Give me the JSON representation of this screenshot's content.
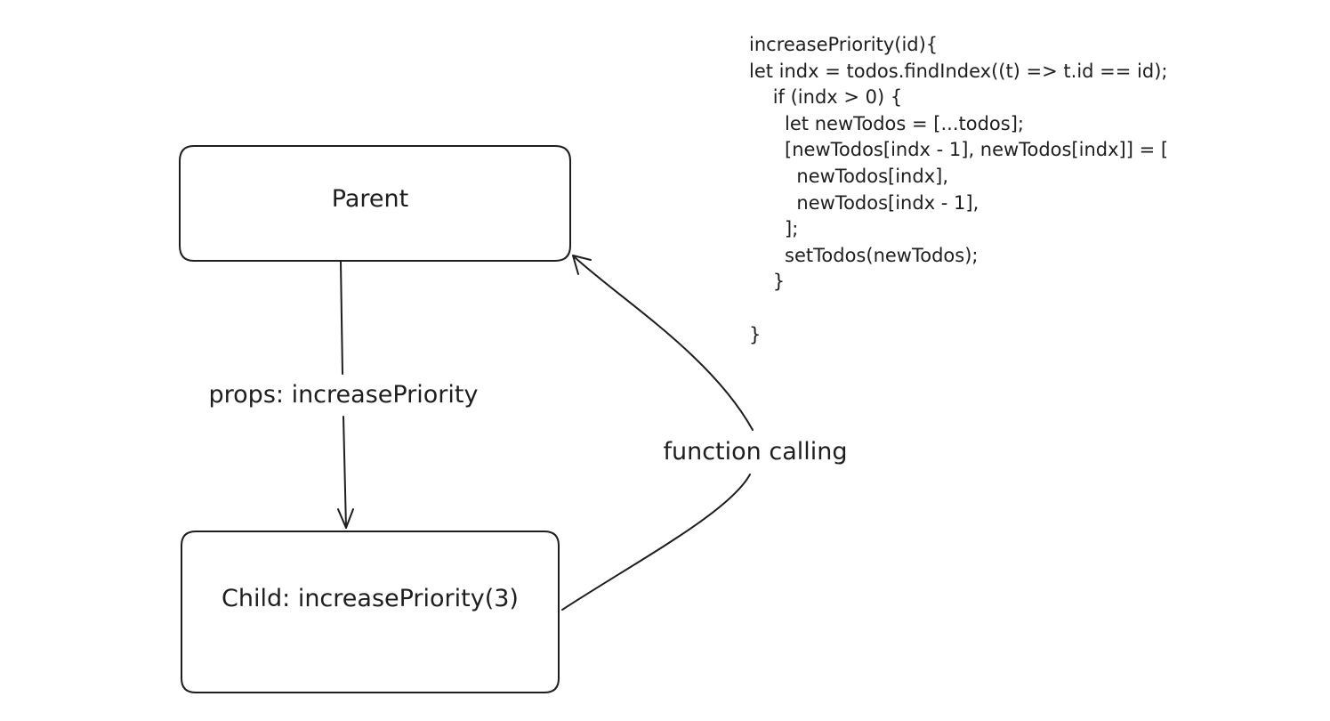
{
  "nodes": {
    "parent": {
      "label": "Parent"
    },
    "child": {
      "label": "Child: increasePriority(3)"
    }
  },
  "edges": {
    "props": {
      "label": "props: increasePriority"
    },
    "call": {
      "label": "function calling"
    }
  },
  "code": {
    "lines": [
      "increasePriority(id){",
      "let indx = todos.findIndex((t) => t.id == id);",
      "    if (indx > 0) {",
      "      let newTodos = [...todos];",
      "      [newTodos[indx - 1], newTodos[indx]] = [",
      "        newTodos[indx],",
      "        newTodos[indx - 1],",
      "      ];",
      "      setTodos(newTodos);",
      "    }",
      "",
      "}"
    ]
  }
}
